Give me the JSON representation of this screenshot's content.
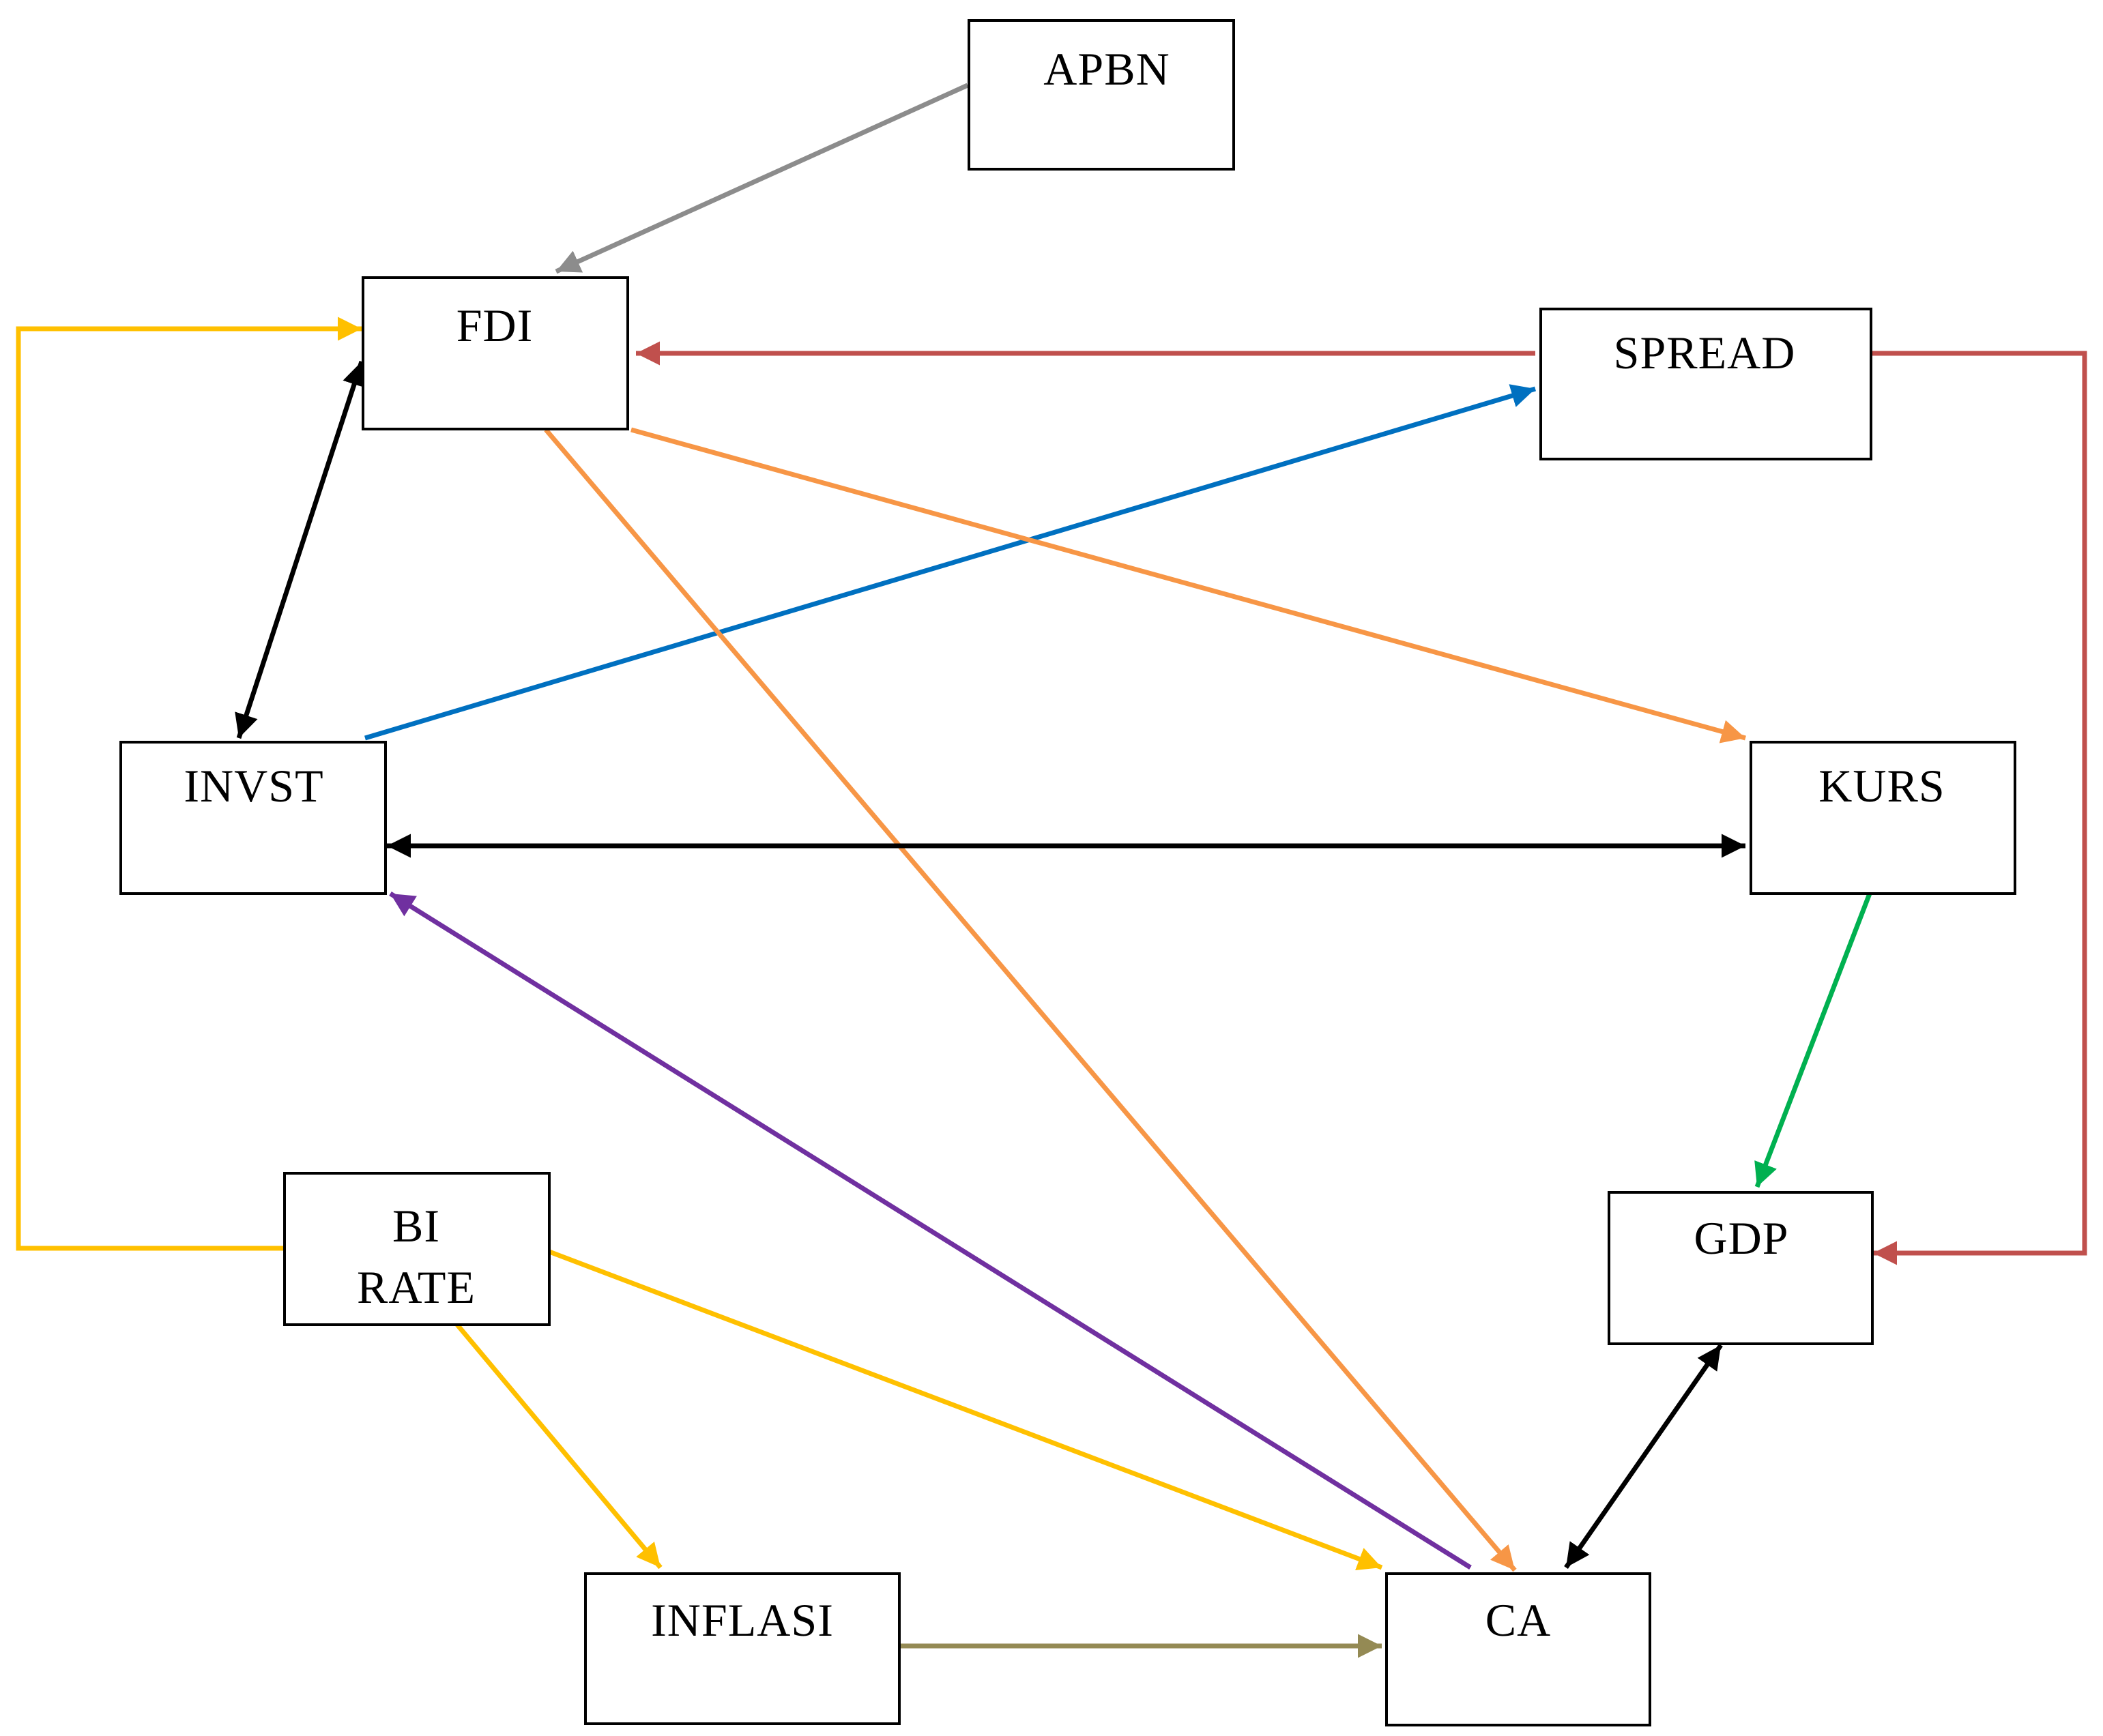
{
  "diagram": {
    "nodes": {
      "apbn": [
        "APBN"
      ],
      "fdi": [
        "FDI"
      ],
      "spread": [
        "SPREAD"
      ],
      "invst": [
        "INVST"
      ],
      "kurs": [
        "KURS"
      ],
      "birate": [
        "BI",
        "RATE"
      ],
      "gdp": [
        "GDP"
      ],
      "inflasi": [
        "INFLASI"
      ],
      "ca": [
        "CA"
      ]
    },
    "edges": [
      {
        "from": "APBN",
        "to": "FDI",
        "color": "#8c8c8c",
        "direction": "forward"
      },
      {
        "from": "SPREAD",
        "to": "FDI",
        "color": "#c0504d",
        "direction": "forward"
      },
      {
        "from": "SPREAD",
        "to": "GDP",
        "color": "#c0504d",
        "direction": "forward"
      },
      {
        "from": "BI RATE",
        "to": "FDI",
        "color": "#ffc000",
        "direction": "forward"
      },
      {
        "from": "FDI",
        "to": "INVST",
        "color": "#000000",
        "direction": "both"
      },
      {
        "from": "INVST",
        "to": "SPREAD",
        "color": "#0070c0",
        "direction": "forward"
      },
      {
        "from": "FDI",
        "to": "KURS",
        "color": "#f79646",
        "direction": "forward"
      },
      {
        "from": "FDI",
        "to": "CA",
        "color": "#f79646",
        "direction": "forward"
      },
      {
        "from": "INVST",
        "to": "KURS",
        "color": "#000000",
        "direction": "both"
      },
      {
        "from": "CA",
        "to": "INVST",
        "color": "#7030a0",
        "direction": "forward"
      },
      {
        "from": "KURS",
        "to": "GDP",
        "color": "#00b050",
        "direction": "forward"
      },
      {
        "from": "BI RATE",
        "to": "CA",
        "color": "#ffc000",
        "direction": "forward"
      },
      {
        "from": "BI RATE",
        "to": "INFLASI",
        "color": "#ffc000",
        "direction": "forward"
      },
      {
        "from": "INFLASI",
        "to": "CA",
        "color": "#948a54",
        "direction": "forward"
      },
      {
        "from": "CA",
        "to": "GDP",
        "color": "#000000",
        "direction": "both"
      }
    ]
  }
}
